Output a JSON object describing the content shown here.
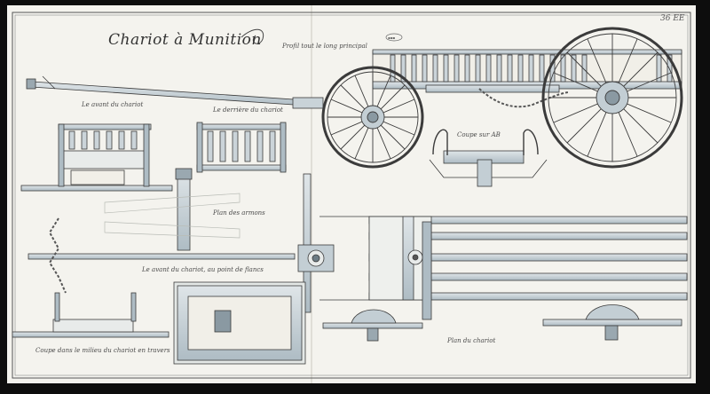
{
  "plate": {
    "title": "Chariot à Munition",
    "subtitle": "Profil tout le long principal",
    "page_number": "36 EE"
  },
  "views": {
    "avant_train": "Le avant du chariot",
    "arriere_train": "Le derrière du chariot",
    "plan_timon": "Plan des armons",
    "profil_timon": "Le avant du chariot, au point de flancs",
    "coupe_ab": "Coupe sur AB",
    "plan_chariot": "Plan du chariot",
    "coupe_avant": "Coupe dans le milieu du chariot en travers"
  },
  "colors": {
    "paper": "#f4f3ee",
    "ink": "#3b3b3b",
    "wash": "#b9c7cf",
    "mat": "#0d0d0d"
  }
}
